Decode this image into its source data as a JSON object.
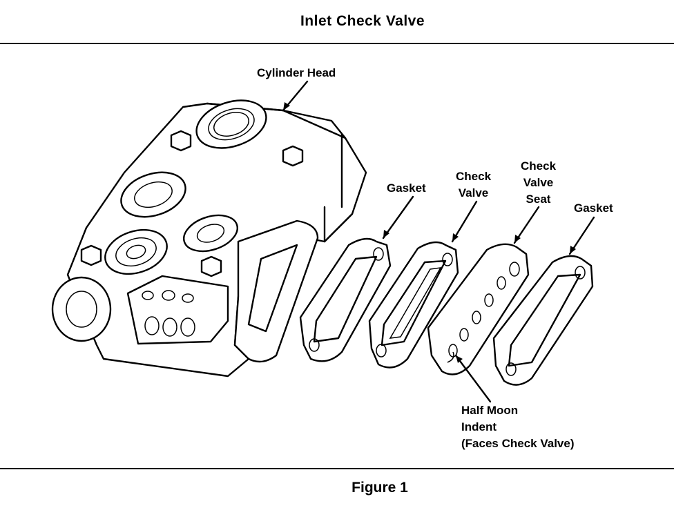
{
  "title": "Inlet Check Valve",
  "caption": "Figure 1",
  "labels": {
    "cylinder_head": "Cylinder Head",
    "gasket_1": "Gasket",
    "check_valve": [
      "Check",
      "Valve"
    ],
    "check_valve_seat": [
      "Check",
      "Valve",
      "Seat"
    ],
    "gasket_2": "Gasket",
    "half_moon": [
      "Half Moon",
      "Indent",
      "(Faces Check Valve)"
    ]
  }
}
